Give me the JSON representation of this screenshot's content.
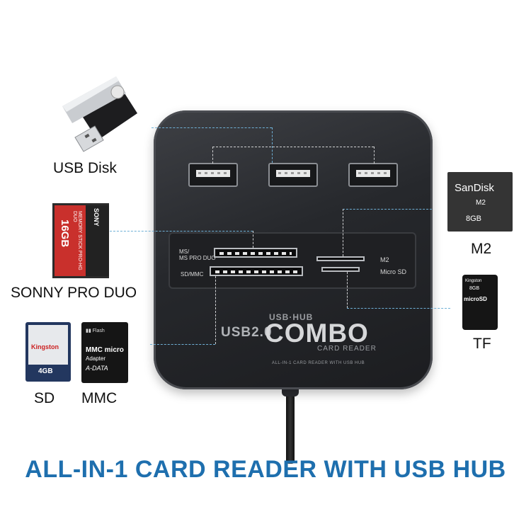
{
  "hub": {
    "slot_label_ms": "MS/",
    "slot_label_ms_pro": "MS PRO DUO",
    "slot_label_sd": "SD/MMC",
    "slot_label_m2": "M2",
    "slot_label_microsd": "Micro SD",
    "usb_hub_text": "USB·HUB",
    "usb_version": "USB2.0",
    "combo_text": "COMBO",
    "card_reader_text": "CARD READER",
    "all_in_one_text": "ALL-IN-1 CARD READER WITH USB HUB"
  },
  "labels": {
    "usb_disk": "USB Disk",
    "sony_pro_duo": "SONNY PRO DUO",
    "sd": "SD",
    "mmc": "MMC",
    "m2": "M2",
    "tf": "TF"
  },
  "cards": {
    "sony_capacity": "16GB",
    "sony_brand": "SONY",
    "sony_desc": "MEMORY STICK PRO-HG DUO",
    "sd_brand": "Kingston",
    "sd_capacity": "4GB",
    "mmc_brand": "MMC micro",
    "mmc_sub": "Adapter",
    "mmc_maker": "A-DATA",
    "m2_brand": "SanDisk",
    "m2_type": "M2",
    "m2_capacity": "8GB",
    "tf_brand": "Kingston",
    "tf_capacity": "8GB",
    "tf_type": "microSD"
  },
  "headline": "ALL-IN-1 CARD READER WITH USB HUB",
  "colors": {
    "headline": "#1e6fae",
    "connector_lines": "#6fb0d6",
    "hub_body": "#26282c"
  }
}
